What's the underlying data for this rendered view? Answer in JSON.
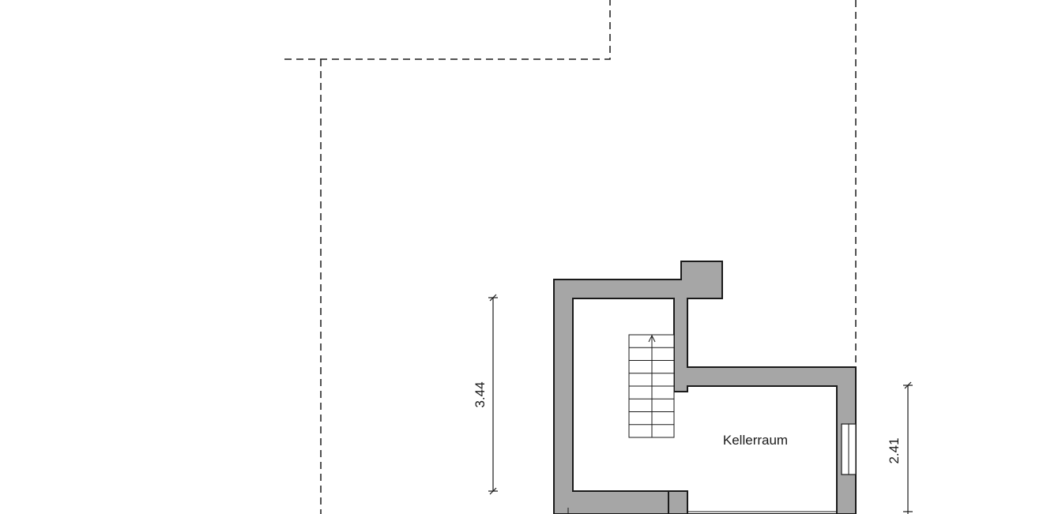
{
  "plan": {
    "room_label": "Kellerraum",
    "dimensions": {
      "left_vertical": "3.44",
      "right_vertical": "2.41"
    }
  }
}
